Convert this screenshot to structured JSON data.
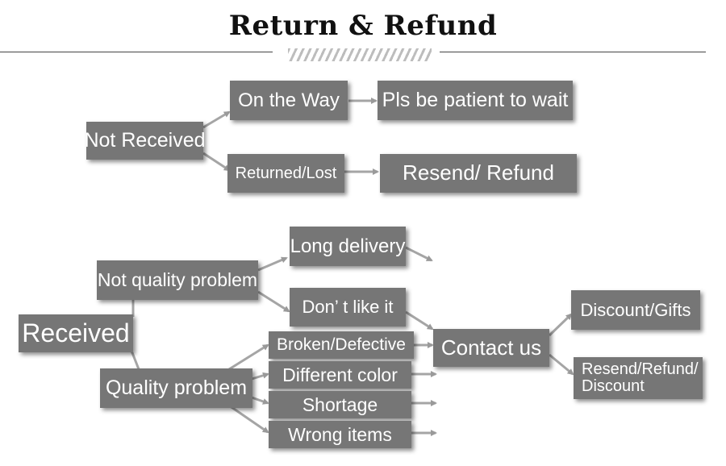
{
  "title": "Return & Refund",
  "boxes": {
    "not_received": "Not Received",
    "on_the_way": "On the Way",
    "patient": "Pls be patient to wait",
    "returned_lost": "Returned/Lost",
    "resend_refund": "Resend/ Refund",
    "not_quality": "Not quality problem",
    "long_delivery": "Long delivery",
    "dont_like": "Don’ t like it",
    "received": "Received",
    "broken": "Broken/Defective",
    "different_color": "Different color",
    "shortage": "Shortage",
    "wrong_items": "Wrong items",
    "contact_us": "Contact us",
    "discount_gifts": "Discount/Gifts",
    "resend_refund_discount": "Resend/Refund/ Discount"
  },
  "colors": {
    "box": "#767676",
    "text": "#ffffff",
    "arrow": "#9a9a9a"
  }
}
